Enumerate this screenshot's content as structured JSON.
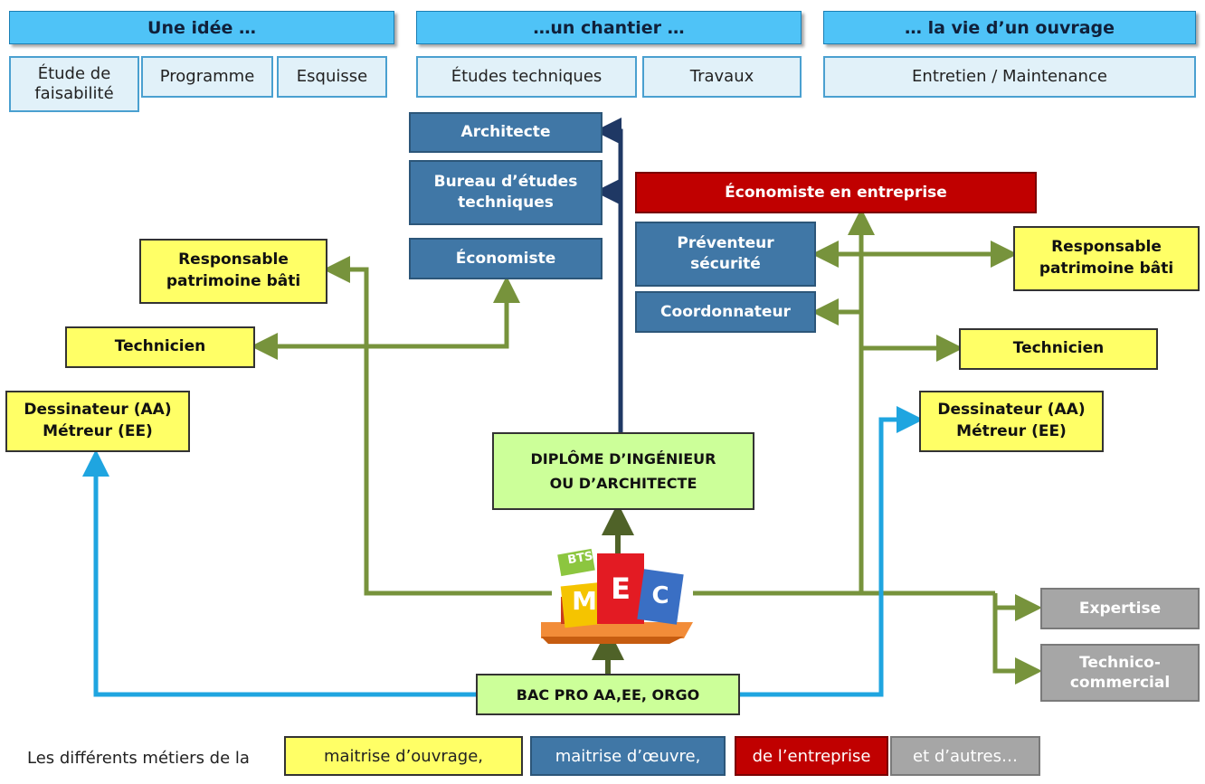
{
  "phases": [
    {
      "label": "Une idée …"
    },
    {
      "label": "…un chantier …"
    },
    {
      "label": "… la vie d’un ouvrage"
    }
  ],
  "steps": {
    "faisabilite": [
      "Étude de",
      "faisabilité"
    ],
    "programme": "Programme",
    "esquisse": "Esquisse",
    "etudes_techniques": "Études techniques",
    "travaux": "Travaux",
    "entretien": "Entretien / Maintenance"
  },
  "moe": {
    "architecte": "Architecte",
    "bureau_etudes": [
      "Bureau d’études",
      "techniques"
    ],
    "economiste": "Économiste",
    "preventeur": [
      "Préventeur",
      "sécurité"
    ],
    "coordonnateur": "Coordonnateur"
  },
  "mo": {
    "responsable_left": [
      "Responsable",
      "patrimoine bâti"
    ],
    "technicien_left": "Technicien",
    "dessinateur_left": [
      "Dessinateur (AA)",
      "Métreur (EE)"
    ],
    "responsable_right": [
      "Responsable",
      "patrimoine bâti"
    ],
    "technicien_right": "Technicien",
    "dessinateur_right": [
      "Dessinateur (AA)",
      "Métreur (EE)"
    ]
  },
  "entreprise": {
    "economiste": "Économiste en entreprise"
  },
  "others": {
    "expertise": "Expertise",
    "technico": [
      "Technico-",
      "commercial"
    ]
  },
  "education": {
    "diplome": [
      "DIPLÔME D’INGÉNIEUR",
      "OU D’ARCHITECTE"
    ],
    "bac": "BAC PRO AA,EE, ORGO"
  },
  "logo": {
    "bts": "BTS",
    "letters": [
      "M",
      "E",
      "C"
    ]
  },
  "legend": {
    "intro": "Les différents métiers de la",
    "items": [
      {
        "label": "maitrise d’ouvrage,",
        "color": "#ffff66"
      },
      {
        "label": "maitrise d’œuvre,",
        "color": "#4077a6"
      },
      {
        "label": "de l’entreprise",
        "color": "#c00000"
      },
      {
        "label": "et d’autres…",
        "color": "#a6a6a6"
      }
    ]
  },
  "colors": {
    "arrow_green": "#77933c",
    "arrow_blue": "#1fa5e0",
    "arrow_navy": "#1f3864",
    "arrow_darkgreen": "#4f6228"
  }
}
